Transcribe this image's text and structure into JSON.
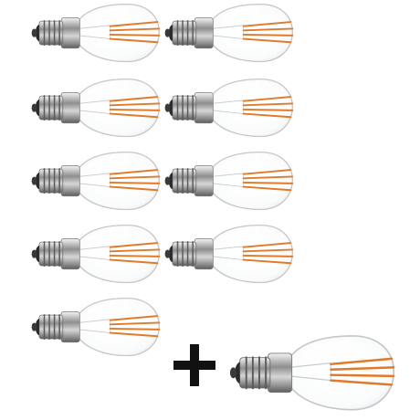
{
  "image": {
    "subject": "filament-led-bulbs",
    "small_bulb_count": 9,
    "large_bulb_count": 1,
    "operator_icon": "plus-icon",
    "colors": {
      "background": "#ffffff",
      "glass_outline": "#c9c9c9",
      "filament": "#e07a2a",
      "base_metal": "#9a9a9a",
      "plus_sign": "#111111"
    }
  }
}
